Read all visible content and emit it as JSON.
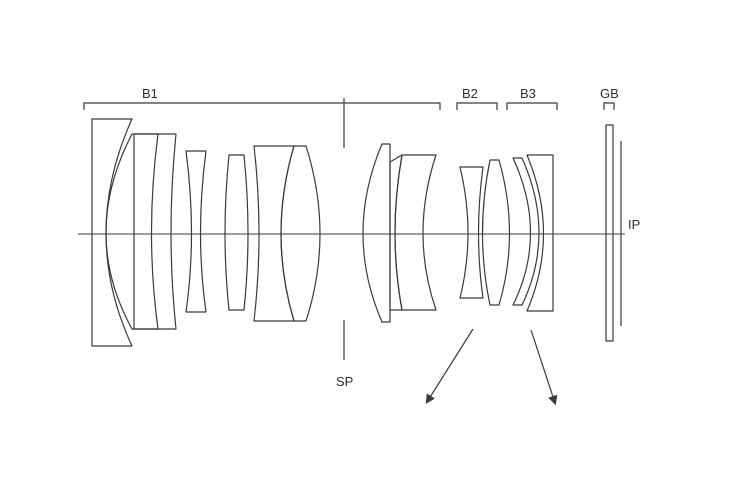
{
  "groups": {
    "b1": "B1",
    "b2": "B2",
    "b3": "B3",
    "gb": "GB"
  },
  "stop": "SP",
  "image_plane": "IP"
}
